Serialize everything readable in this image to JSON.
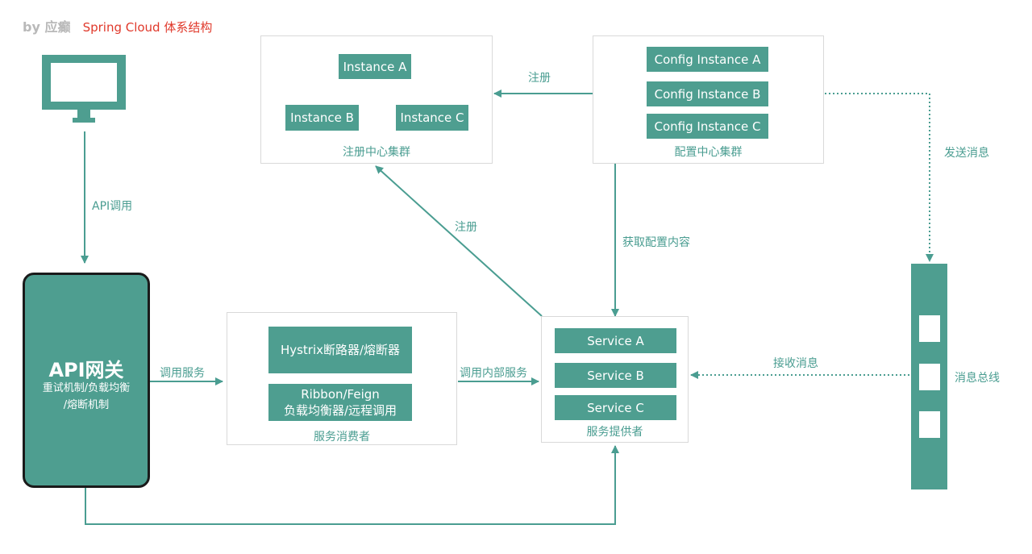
{
  "header": {
    "author": "by 应癫",
    "title": "Spring Cloud 体系结构"
  },
  "colors": {
    "primary": "#4e9e90",
    "title_red": "#e0392b",
    "frame_border": "#d9d9d9",
    "gateway_border": "#1a1a1a"
  },
  "icons": {
    "client": "monitor-icon"
  },
  "registry": {
    "caption": "注册中心集群",
    "instances": [
      "Instance A",
      "Instance B",
      "Instance C"
    ]
  },
  "config": {
    "caption": "配置中心集群",
    "instances": [
      "Config Instance A",
      "Config Instance B",
      "Config Instance C"
    ]
  },
  "gateway": {
    "title": "API网关",
    "subtitle_line1": "重试机制/负载均衡",
    "subtitle_line2": "/熔断机制"
  },
  "consumer": {
    "caption": "服务消费者",
    "hystrix": "Hystrix断路器/熔断器",
    "ribbon_line1": "Ribbon/Feign",
    "ribbon_line2": "负载均衡器/远程调用"
  },
  "provider": {
    "caption": "服务提供者",
    "services": [
      "Service A",
      "Service B",
      "Service C"
    ]
  },
  "bus": {
    "label": "消息总线"
  },
  "edges": {
    "api_call": "API调用",
    "call_service": "调用服务",
    "call_internal": "调用内部服务",
    "register_config": "注册",
    "register_provider": "注册",
    "fetch_config": "获取配置内容",
    "send_message": "发送消息",
    "receive_message": "接收消息"
  }
}
